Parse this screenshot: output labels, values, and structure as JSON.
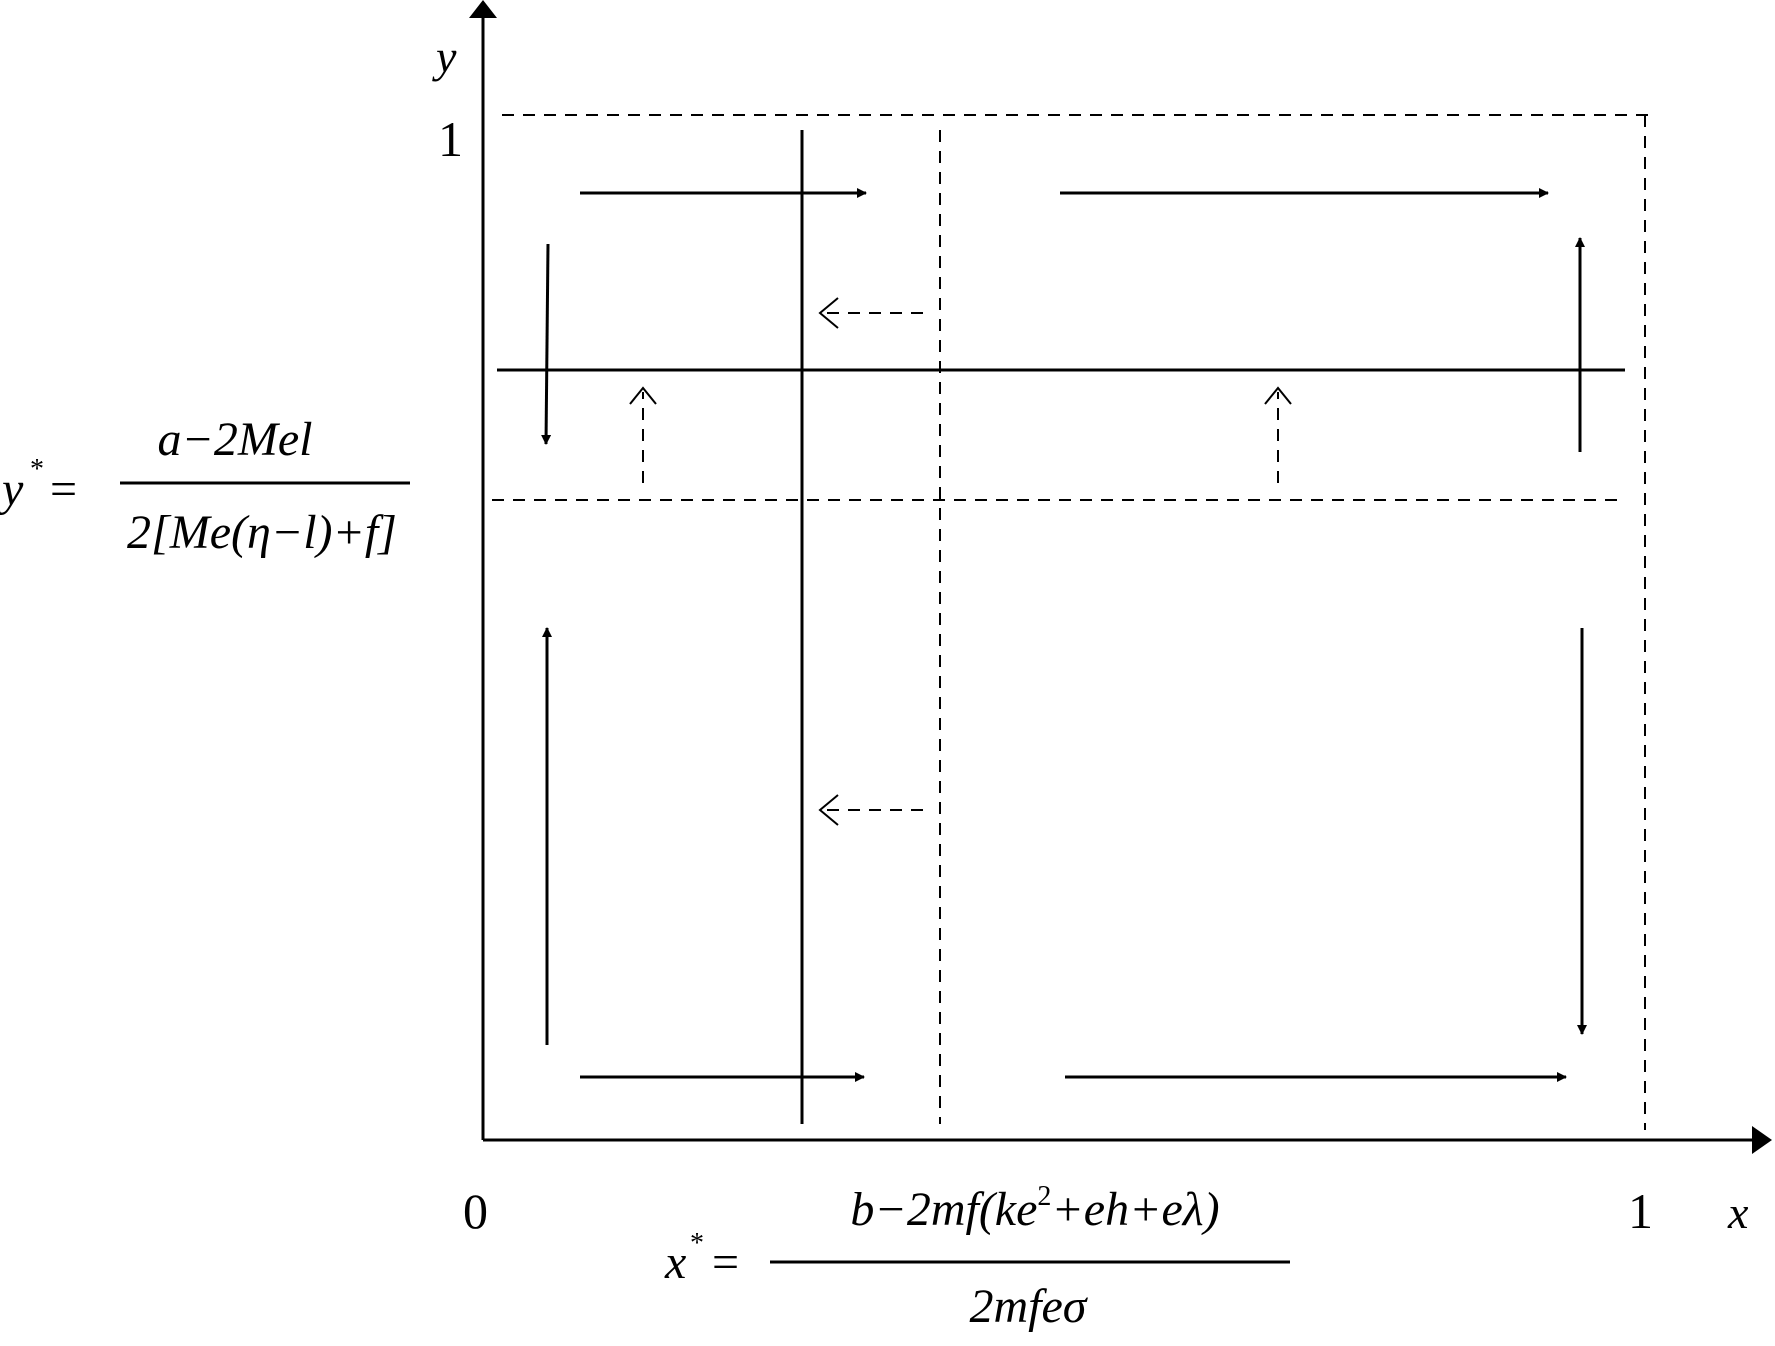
{
  "axes": {
    "x_label": "x",
    "y_label": "y",
    "origin_label": "0",
    "x_max_label": "1",
    "y_max_label": "1"
  },
  "y_threshold": {
    "lhs": "y",
    "lhs_sup": "*",
    "equals": "=",
    "numerator": "a−2Mel",
    "denominator": "2[Me(η−l)+f]"
  },
  "x_threshold": {
    "lhs": "x",
    "lhs_sup": "*",
    "equals": "=",
    "numerator_main": "b−2mf(ke",
    "numerator_sup": "2",
    "numerator_tail": "+eh+eλ)",
    "denominator": "2mfeσ"
  }
}
